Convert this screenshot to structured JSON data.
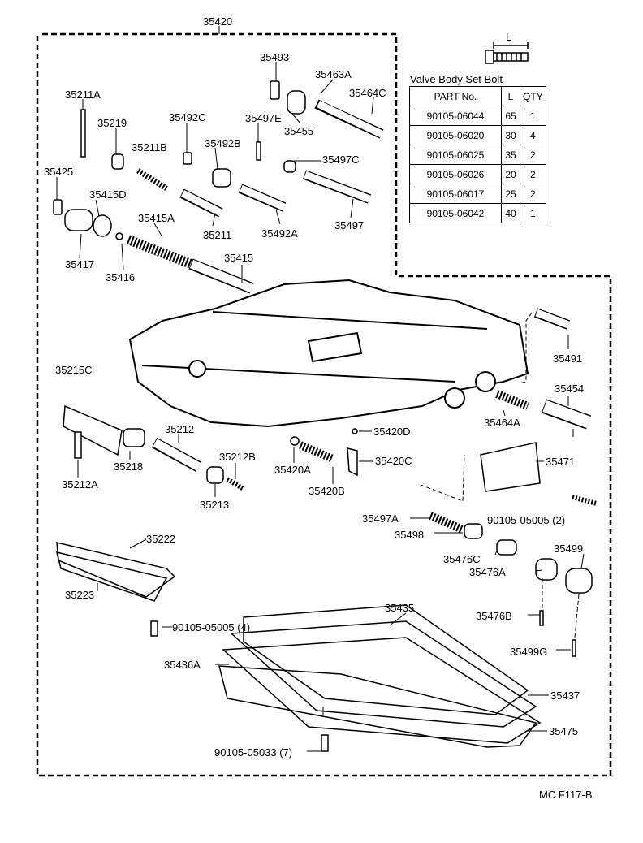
{
  "labels": [
    {
      "id": "35420",
      "text": "35420"
    },
    {
      "id": "35493",
      "text": "35493"
    },
    {
      "id": "35463A",
      "text": "35463A"
    },
    {
      "id": "35464C",
      "text": "35464C"
    },
    {
      "id": "35211A",
      "text": "35211A"
    },
    {
      "id": "35219",
      "text": "35219"
    },
    {
      "id": "35492C",
      "text": "35492C"
    },
    {
      "id": "35497E",
      "text": "35497E"
    },
    {
      "id": "35455",
      "text": "35455"
    },
    {
      "id": "35211B",
      "text": "35211B"
    },
    {
      "id": "35492B",
      "text": "35492B"
    },
    {
      "id": "35497C",
      "text": "35497C"
    },
    {
      "id": "35425",
      "text": "35425"
    },
    {
      "id": "35415D",
      "text": "35415D"
    },
    {
      "id": "35415A",
      "text": "35415A"
    },
    {
      "id": "35211",
      "text": "35211"
    },
    {
      "id": "35492A",
      "text": "35492A"
    },
    {
      "id": "35497",
      "text": "35497"
    },
    {
      "id": "35417",
      "text": "35417"
    },
    {
      "id": "35416",
      "text": "35416"
    },
    {
      "id": "35415",
      "text": "35415"
    },
    {
      "id": "35491",
      "text": "35491"
    },
    {
      "id": "35215C",
      "text": "35215C"
    },
    {
      "id": "35454",
      "text": "35454"
    },
    {
      "id": "35464A",
      "text": "35464A"
    },
    {
      "id": "35420D",
      "text": "35420D"
    },
    {
      "id": "35212",
      "text": "35212"
    },
    {
      "id": "35212B",
      "text": "35212B"
    },
    {
      "id": "35218",
      "text": "35218"
    },
    {
      "id": "35420A",
      "text": "35420A"
    },
    {
      "id": "35420C",
      "text": "35420C"
    },
    {
      "id": "35212A",
      "text": "35212A"
    },
    {
      "id": "35213",
      "text": "35213"
    },
    {
      "id": "35420B",
      "text": "35420B"
    },
    {
      "id": "35471",
      "text": "35471"
    },
    {
      "id": "90105-05005-2",
      "text": "90105-05005 (2)"
    },
    {
      "id": "35497A",
      "text": "35497A"
    },
    {
      "id": "35498",
      "text": "35498"
    },
    {
      "id": "35222",
      "text": "35222"
    },
    {
      "id": "35499",
      "text": "35499"
    },
    {
      "id": "35476C",
      "text": "35476C"
    },
    {
      "id": "35476A",
      "text": "35476A"
    },
    {
      "id": "35223",
      "text": "35223"
    },
    {
      "id": "35435",
      "text": "35435"
    },
    {
      "id": "35476B",
      "text": "35476B"
    },
    {
      "id": "90105-05005-4",
      "text": "90105-05005 (4)"
    },
    {
      "id": "35499G",
      "text": "35499G"
    },
    {
      "id": "35436A",
      "text": "35436A"
    },
    {
      "id": "35437",
      "text": "35437"
    },
    {
      "id": "35475",
      "text": "35475"
    },
    {
      "id": "90105-05033-7",
      "text": "90105-05033 (7)"
    }
  ],
  "bolt_table": {
    "title": "Valve Body Set Bolt",
    "bolt_label": "L",
    "headers": [
      "PART No.",
      "L",
      "QTY"
    ],
    "rows": [
      [
        "90105-06044",
        "65",
        "1"
      ],
      [
        "90105-06020",
        "30",
        "4"
      ],
      [
        "90105-06025",
        "35",
        "2"
      ],
      [
        "90105-06026",
        "20",
        "2"
      ],
      [
        "90105-06017",
        "25",
        "2"
      ],
      [
        "90105-06042",
        "40",
        "1"
      ]
    ]
  },
  "footer": "MC F117-B"
}
